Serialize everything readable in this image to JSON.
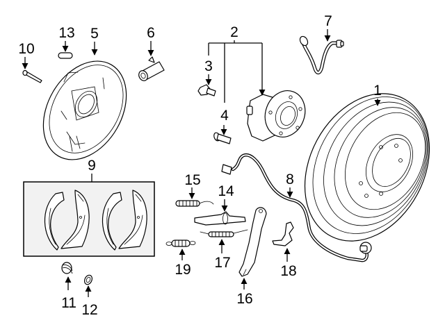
{
  "diagram": {
    "colors": {
      "line": "#000000",
      "background": "#ffffff",
      "kit_box_fill": "#f2f2f2"
    },
    "callouts": [
      {
        "number": "1",
        "part": "brake-drum"
      },
      {
        "number": "2",
        "part": "hub-and-bearing-assembly"
      },
      {
        "number": "3",
        "part": "hub-bolt"
      },
      {
        "number": "4",
        "part": "wheel-stud"
      },
      {
        "number": "5",
        "part": "backing-plate"
      },
      {
        "number": "6",
        "part": "wheel-cylinder"
      },
      {
        "number": "7",
        "part": "brake-hose"
      },
      {
        "number": "8",
        "part": "abs-sensor"
      },
      {
        "number": "9",
        "part": "brake-shoe-set"
      },
      {
        "number": "10",
        "part": "hold-down-pin"
      },
      {
        "number": "11",
        "part": "hold-down-spring"
      },
      {
        "number": "12",
        "part": "retainer-cup"
      },
      {
        "number": "13",
        "part": "plug"
      },
      {
        "number": "14",
        "part": "adjuster"
      },
      {
        "number": "15",
        "part": "return-spring"
      },
      {
        "number": "16",
        "part": "parking-brake-lever"
      },
      {
        "number": "17",
        "part": "adjuster-spring"
      },
      {
        "number": "18",
        "part": "adjuster-lever"
      },
      {
        "number": "19",
        "part": "lower-spring"
      }
    ]
  }
}
